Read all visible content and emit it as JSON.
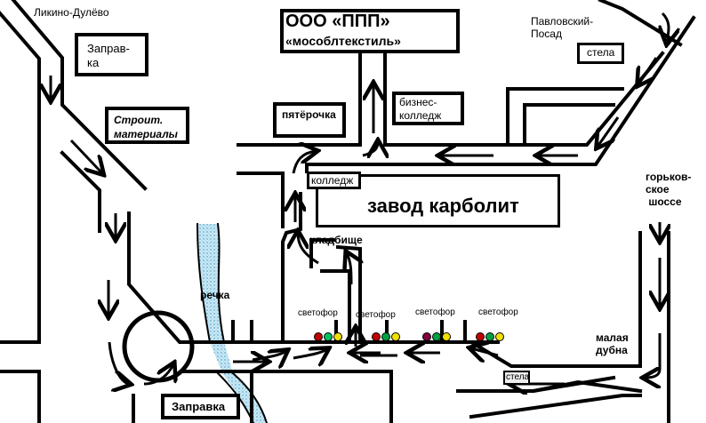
{
  "places": {
    "likino": "Ликино-Дулёво",
    "pavlovsky": "Павловский-\nПосад",
    "gorkovskoe": "горьков-\nское\n шоссе",
    "malaya_dubna": "малая\nдубна",
    "rechka": "речка",
    "kladbische": "кладбище"
  },
  "buildings": {
    "company_line1": "ООО «ППП»",
    "company_line2": "«мособлтекстиль»",
    "zapravka_top": "Заправ-\nка",
    "stroit": "Строит.\nматериалы",
    "pyaterochka": "пятёрочка",
    "biznes_college": "бизнес-\nколледж",
    "stela_top": "стела",
    "college": "колледж",
    "zavod": "завод карболит",
    "zapravka_bottom": "Заправка",
    "stela_bottom": "стела"
  },
  "traffic_lights": [
    {
      "label": "светофор",
      "colors": [
        "#c00000",
        "#00c060",
        "#f0e000"
      ]
    },
    {
      "label": "светофор",
      "colors": [
        "#c00000",
        "#00a040",
        "#f0e000"
      ]
    },
    {
      "label": "светофор",
      "colors": [
        "#800040",
        "#00a040",
        "#f0e000"
      ]
    },
    {
      "label": "светофор",
      "colors": [
        "#c00000",
        "#00a040",
        "#f0e000"
      ]
    }
  ],
  "colors": {
    "river": "#a8d8ec",
    "river_dots": "#3a8fc0"
  }
}
